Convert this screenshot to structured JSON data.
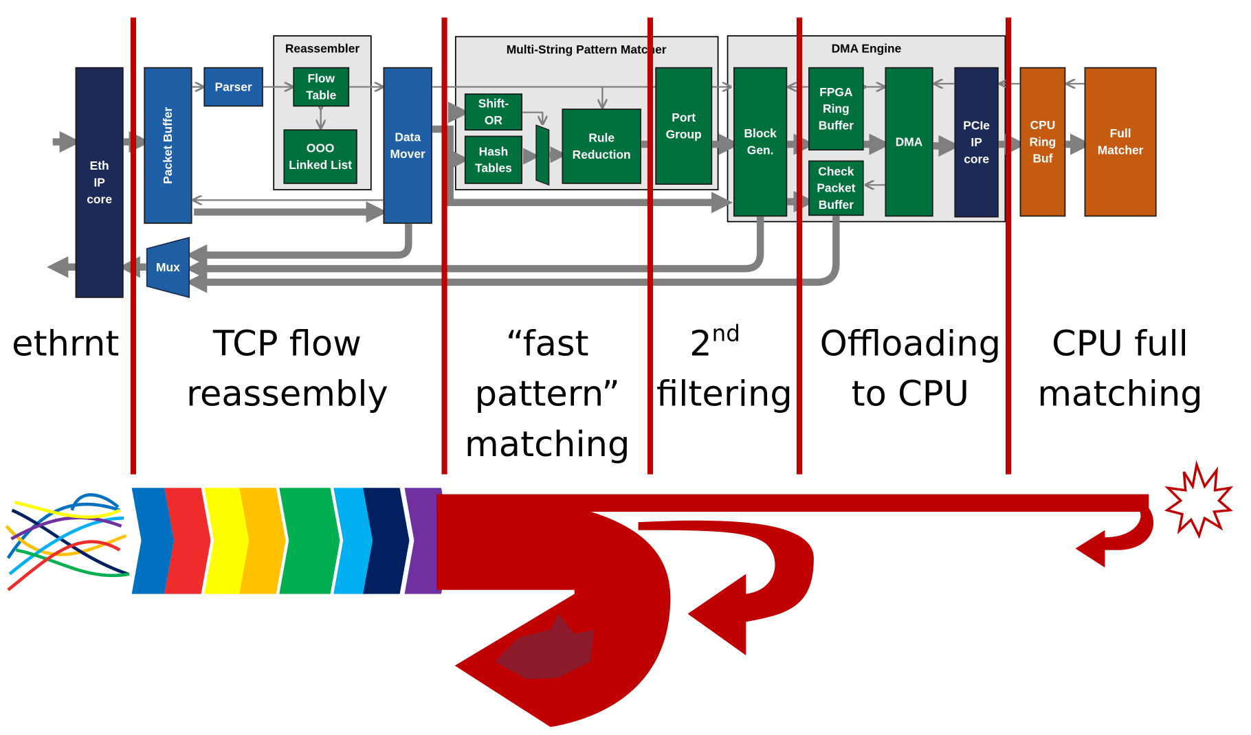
{
  "groups": {
    "reassembler": "Reassembler",
    "pattern_matcher": "Multi-String Pattern Matcher",
    "dma_engine": "DMA Engine"
  },
  "blocks": [
    {
      "id": "eth",
      "lines": [
        "Eth",
        "IP",
        "core"
      ],
      "color": "#1b2a56"
    },
    {
      "id": "packet_buffer",
      "lines": [
        "Packet Buffer"
      ],
      "color": "#1f5fa6"
    },
    {
      "id": "parser",
      "lines": [
        "Parser"
      ],
      "color": "#1f5fa6"
    },
    {
      "id": "flow_table",
      "lines": [
        "Flow",
        "Table"
      ],
      "color": "#00703c"
    },
    {
      "id": "ooo",
      "lines": [
        "OOO",
        "Linked List"
      ],
      "color": "#00703c"
    },
    {
      "id": "data_mover",
      "lines": [
        "Data",
        "Mover"
      ],
      "color": "#1f5fa6"
    },
    {
      "id": "shift_or",
      "lines": [
        "Shift-",
        "OR"
      ],
      "color": "#00703c"
    },
    {
      "id": "hash_tables",
      "lines": [
        "Hash",
        "Tables"
      ],
      "color": "#00703c"
    },
    {
      "id": "rule_reduction",
      "lines": [
        "Rule",
        "Reduction"
      ],
      "color": "#00703c"
    },
    {
      "id": "port_group",
      "lines": [
        "Port",
        "Group"
      ],
      "color": "#00703c"
    },
    {
      "id": "block_gen",
      "lines": [
        "Block",
        "Gen."
      ],
      "color": "#00703c"
    },
    {
      "id": "fpga_ring",
      "lines": [
        "FPGA",
        "Ring",
        "Buffer"
      ],
      "color": "#00703c"
    },
    {
      "id": "check_packet",
      "lines": [
        "Check",
        "Packet",
        "Buffer"
      ],
      "color": "#00703c"
    },
    {
      "id": "dma",
      "lines": [
        "DMA"
      ],
      "color": "#00703c"
    },
    {
      "id": "pcie",
      "lines": [
        "PCIe",
        "IP",
        "core"
      ],
      "color": "#1b2a56"
    },
    {
      "id": "cpu_ring",
      "lines": [
        "CPU",
        "Ring",
        "Buf"
      ],
      "color": "#c55a11"
    },
    {
      "id": "full_matcher",
      "lines": [
        "Full",
        "Matcher"
      ],
      "color": "#c55a11"
    },
    {
      "id": "mux",
      "lines": [
        "Mux"
      ],
      "color": "#1f5fa6"
    }
  ],
  "stages": [
    {
      "lines": [
        "ethrnt"
      ]
    },
    {
      "lines": [
        "TCP flow",
        "reassembly"
      ]
    },
    {
      "lines": [
        "“fast",
        "pattern”",
        "matching"
      ]
    },
    {
      "lines": [
        "2",
        "filtering"
      ],
      "superscript": "nd"
    },
    {
      "lines": [
        "Offloading",
        "to CPU"
      ]
    },
    {
      "lines": [
        "CPU full",
        "matching"
      ]
    }
  ],
  "colors": {
    "divider": "#c00000",
    "connector": "#7f7f7f",
    "group_fill": "#e7e6e6",
    "chevrons": [
      "#0070c0",
      "#ee2c2c",
      "#ffff00",
      "#ffc000",
      "#00b050",
      "#00b0f0",
      "#002060",
      "#7030a0"
    ]
  }
}
